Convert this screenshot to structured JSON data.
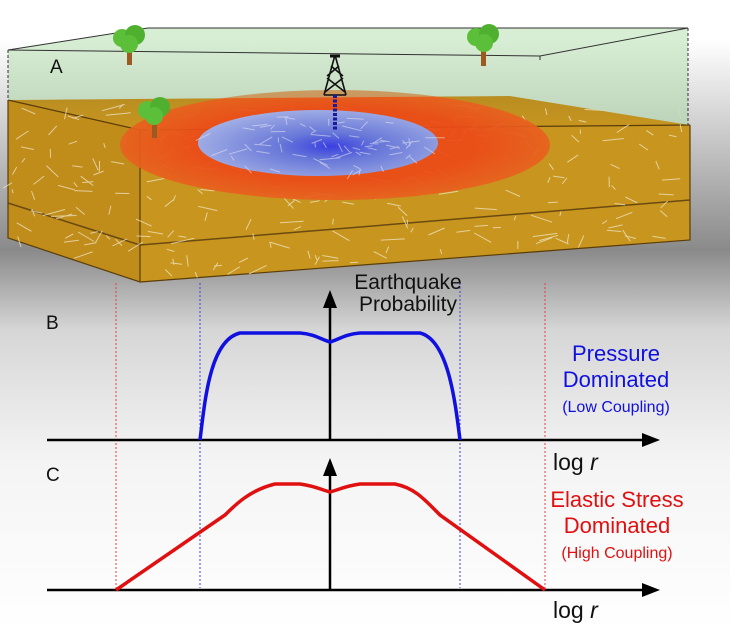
{
  "panels": {
    "a": {
      "label": "A"
    },
    "b": {
      "label": "B",
      "y_axis_label_line1": "Earthquake",
      "y_axis_label_line2": "Probability",
      "x_axis_label": "log",
      "x_axis_var": "r",
      "curve_title_line1": "Pressure",
      "curve_title_line2": "Dominated",
      "curve_subtitle": "(Low Coupling)",
      "color": "#1010e0"
    },
    "c": {
      "label": "C",
      "x_axis_label": "log",
      "x_axis_var": "r",
      "curve_title_line1": "Elastic Stress",
      "curve_title_line2": "Dominated",
      "curve_subtitle": "(High Coupling)",
      "color": "#e01010"
    }
  },
  "colors": {
    "ground": "#c8961e",
    "surface": "#a7d7a0",
    "stress_zone": "#e8401a",
    "pressure_zone": "#8a9ad8",
    "guide_red": "#e04040",
    "guide_blue": "#4040e0"
  }
}
